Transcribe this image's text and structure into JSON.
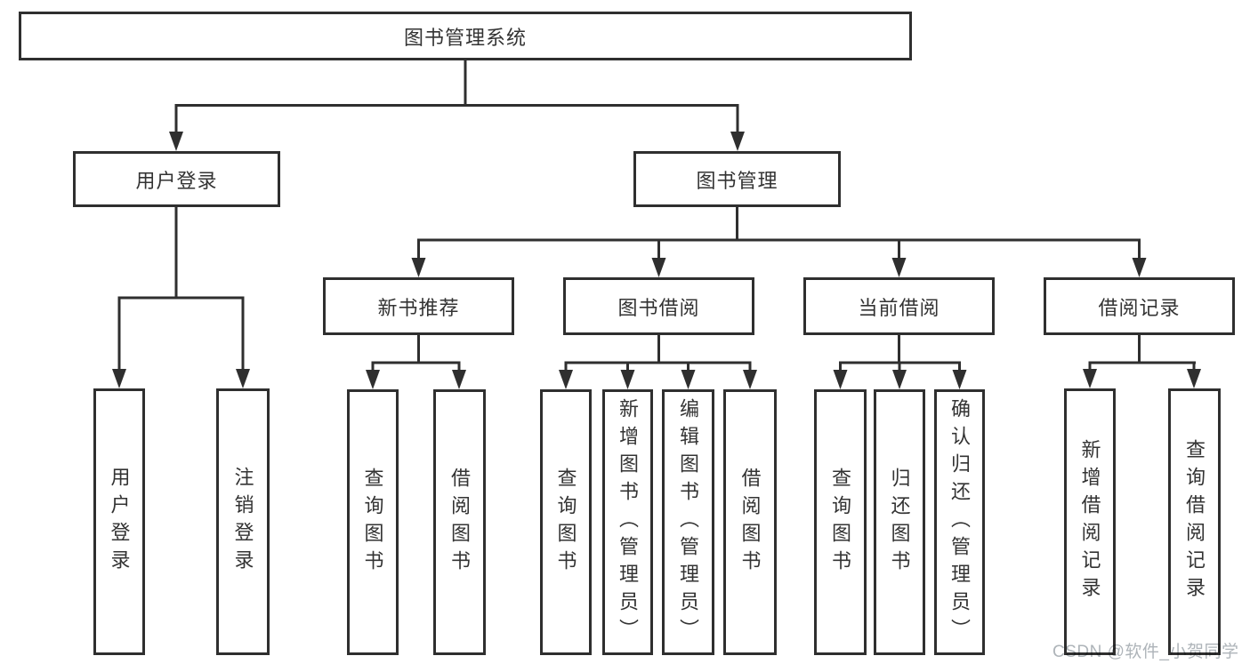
{
  "diagram": {
    "background": "#ffffff",
    "line_color": "#2f2f2f",
    "text_color": "#333333",
    "watermark": "CSDN @软件_小贺同学",
    "watermark_color": "#aeb4b9"
  },
  "nodes": {
    "root": "图书管理系统",
    "level2": {
      "user_login": "用户登录",
      "book_mgmt": "图书管理"
    },
    "level3": {
      "new_book_rec": "新书推荐",
      "book_borrow": "图书借阅",
      "current_borrow": "当前借阅",
      "borrow_records": "借阅记录"
    },
    "leaves": {
      "user_login": [
        "用户登录",
        "注销登录"
      ],
      "new_book_rec": [
        "查询图书",
        "借阅图书"
      ],
      "book_borrow": [
        "查询图书",
        "新增图书（管理员）",
        "编辑图书（管理员）",
        "借阅图书"
      ],
      "current_borrow": [
        "查询图书",
        "归还图书",
        "确认归还（管理员）"
      ],
      "borrow_records": [
        "新增借阅记录",
        "查询借阅记录"
      ]
    }
  }
}
